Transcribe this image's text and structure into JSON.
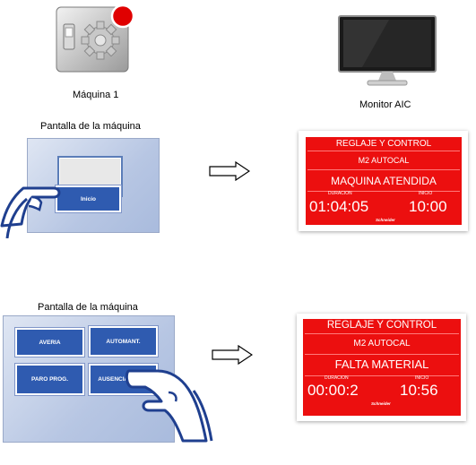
{
  "labels": {
    "machine": "Máquina 1",
    "monitor": "Monitor AIC",
    "screen_1": "Pantalla de la máquina",
    "screen_2": "Pantalla de la máquina"
  },
  "panel_1": {
    "button": "Inicio"
  },
  "panel_2": {
    "buttons": [
      "AVERIA",
      "AUTOMANT.",
      "PARO  PROG.",
      "AUSENCIA  COND."
    ]
  },
  "display_1": {
    "line1": "REGLAJE Y CONTROL",
    "line2": "M2 AUTOCAL",
    "line3": "MAQUINA ATENDIDA",
    "duration_label": "DURACION",
    "start_label": "INICIO",
    "duration": "01:04:05",
    "start": "10:00",
    "brand": "Schneider"
  },
  "display_2": {
    "line1": "REGLAJE Y CONTROL",
    "line2": "M2 AUTOCAL",
    "line3": "FALTA MATERIAL",
    "duration_label": "DURACION",
    "start_label": "INICIO",
    "duration": "00:00:2",
    "start": "10:56",
    "brand": "Schneider"
  },
  "colors": {
    "display_red": "#ec0f0f",
    "button_blue": "#2f5bb0",
    "panel_blue": "#b7c6e3",
    "alert_dot": "#e00000"
  },
  "icons": {
    "machine": "machine-gear-switch-icon",
    "monitor": "monitor-icon",
    "arrow": "right-arrow-icon",
    "hand": "pointing-hand-icon"
  }
}
